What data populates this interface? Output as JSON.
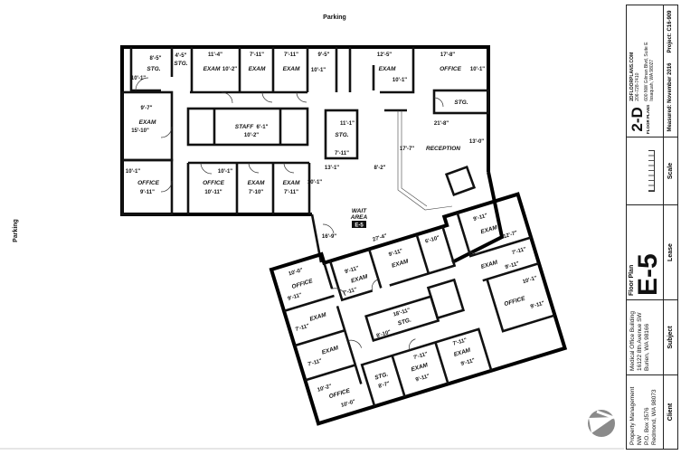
{
  "plan": {
    "parking_top": "Parking",
    "parking_left": "Parking",
    "main": [
      "8'-5\"",
      "STG.",
      "10'-1\"",
      "4'-5\"",
      "STG.",
      "11'-4\"",
      "EXAM",
      "10'-2\"",
      "7'-11\"",
      "EXAM",
      "7'-11\"",
      "EXAM",
      "9'-5\"",
      "10'-1\"",
      "12'-5\"",
      "EXAM",
      "10'-1\"",
      "17'-8\"",
      "OFFICE",
      "10'-1\"",
      "STG.",
      "21'-8\"",
      "13'-0\"",
      "17'-7\"",
      "RECEPTION",
      "8'-2\"",
      "13'-1\"",
      "10'-1\"",
      "11'-1\"",
      "STG.",
      "7'-11\"",
      "STAFF",
      "6'-1\"",
      "10'-2\"",
      "9'-7\"",
      "EXAM",
      "15'-10\"",
      "10'-1\"",
      "OFFICE",
      "9'-11\"",
      "10'-1\"",
      "OFFICE",
      "10'-11\"",
      "EXAM",
      "7'-10\"",
      "EXAM",
      "7'-11\"",
      "WAIT",
      "AREA",
      "E-5",
      "16'-9\""
    ],
    "wing": [
      "10'-0\"",
      "OFFICE",
      "9'-11\"",
      "7'-11\"",
      "EXAM",
      "EXAM",
      "7'-11\"",
      "10'-2\"",
      "OFFICE",
      "10'-0\"",
      "9'-11\"",
      "EXAM",
      "7'-11\"",
      "9'-11\"",
      "EXAM",
      "6'-10\"",
      "27'-4\"",
      "18'-11\"",
      "STG.",
      "8'-10\"",
      "STG.",
      "8'-7\"",
      "7'-11\"",
      "EXAM",
      "9'-11\"",
      "7'-11\"",
      "EXAM",
      "9'-11\"",
      "9'-11\"",
      "EXAM",
      "12'-7\"",
      "EXAM",
      "7'-11\"",
      "9'-11\"",
      "10'-1\"",
      "OFFICE",
      "9'-11\""
    ]
  },
  "title_block": {
    "client": {
      "lines": [
        "Property Management NW",
        "P.O. Box 3576",
        "Redmond, WA  98073"
      ],
      "label": "Client"
    },
    "subject": {
      "lines": [
        "Medical Office Building",
        "16122 8th Avenue SW",
        "Burien, WA  98166"
      ],
      "label": "Subject"
    },
    "floor_plan": {
      "heading": "Floor Plan",
      "id": "E-5",
      "label": "Lease"
    },
    "scale": {
      "label": "Scale"
    },
    "company": {
      "logo": "2-D",
      "logo_sub": "FLOOR PLANS",
      "website": "2DFLOORPLANS.COM",
      "phone": "206-728-7410",
      "address1": "600 NW Gilman Blvd, Suite E",
      "address2": "Issaquah, WA  98027",
      "measured": "Measured: November 2016",
      "project": "Project: C16-909"
    }
  },
  "colors": {
    "walls": "#111111",
    "north_arrow": "#8a8a8a"
  }
}
